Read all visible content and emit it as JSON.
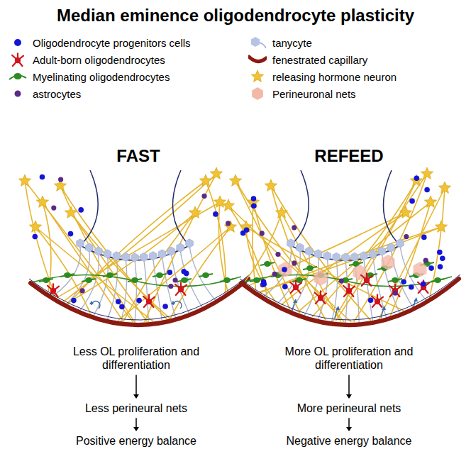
{
  "diagram": {
    "title": "Median eminence oligodendrocyte plasticity",
    "labels": [
      "FAST",
      "REFEED",
      "Less OL proliferation and differentiation",
      "Less perineural nets",
      "Positive energy balance",
      "More OL proliferation and differentiation",
      "More perineural nets",
      "Negative energy balance"
    ],
    "legend": [
      {
        "text": "Oligodendrocyte progenitors cells"
      },
      {
        "text": "Adult-born oligodendrocytes"
      },
      {
        "text": "Myelinating oligodendrocytes"
      },
      {
        "text": "astrocytes"
      },
      {
        "text": "tanycyte"
      },
      {
        "text": "fenestrated capillary"
      },
      {
        "text": "releasing hormone neuron"
      },
      {
        "text": "Perineuronal nets"
      }
    ]
  }
}
